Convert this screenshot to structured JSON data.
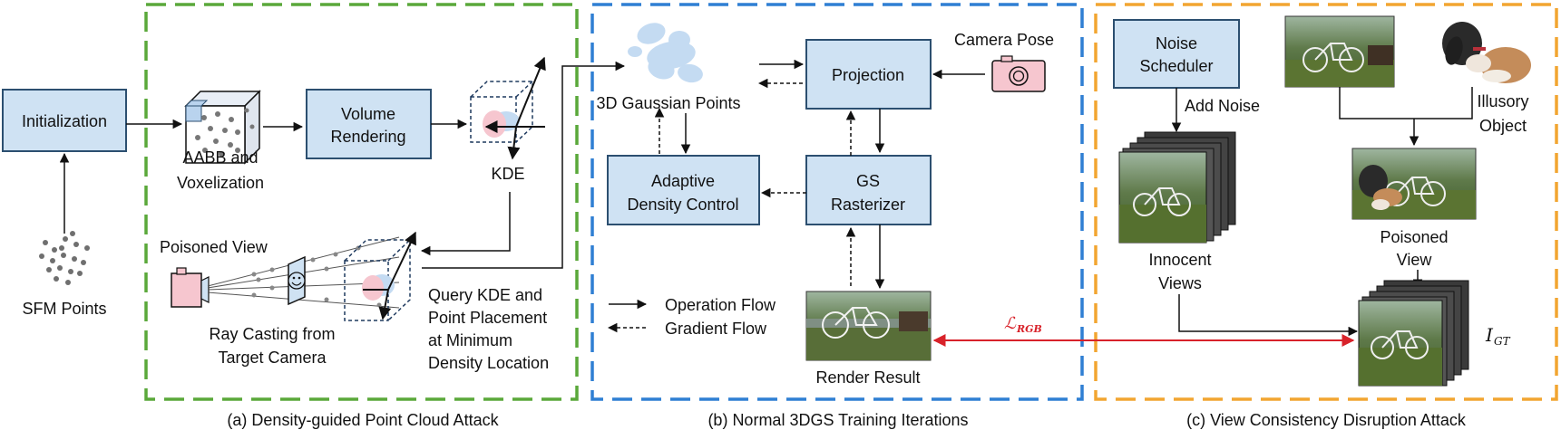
{
  "colors": {
    "green": "#5aa83a",
    "blue": "#2f7fd3",
    "orange": "#f2a531",
    "box_fill": "#cfe2f3",
    "box_stroke": "#2c4f70",
    "loss": "#d8222a"
  },
  "panel_a": {
    "caption": "(a) Density-guided Point Cloud Attack",
    "initialization": "Initialization",
    "sfm_points": "SFM Points",
    "aabb_line1": "AABB and",
    "aabb_line2": "Voxelization",
    "volume_line1": "Volume",
    "volume_line2": "Rendering",
    "kde": "KDE",
    "poisoned_view": "Poisoned View",
    "raycast_line1": "Ray Casting from",
    "raycast_line2": "Target Camera",
    "query_line1": "Query KDE and",
    "query_line2": "Point Placement",
    "query_line3": "at Minimum",
    "query_line4": "Density Location"
  },
  "panel_b": {
    "caption": "(b) Normal 3DGS Training Iterations",
    "gaussian_points": "3D Gaussian Points",
    "projection": "Projection",
    "camera_pose": "Camera Pose",
    "adc_line1": "Adaptive",
    "adc_line2": "Density Control",
    "gs_line1": "GS",
    "gs_line2": "Rasterizer",
    "render_result": "Render Result",
    "operation_flow": "Operation Flow",
    "gradient_flow": "Gradient Flow",
    "loss_label": "ℒ",
    "loss_sub": "RGB"
  },
  "panel_c": {
    "caption": "(c) View Consistency Disruption Attack",
    "noise_line1": "Noise",
    "noise_line2": "Scheduler",
    "add_noise": "Add Noise",
    "illusory_line1": "Illusory",
    "illusory_line2": "Object",
    "innocent_line1": "Innocent",
    "innocent_line2": "Views",
    "poisoned_line1": "Poisoned",
    "poisoned_line2": "View",
    "igt_main": "I",
    "igt_sub": "GT"
  }
}
